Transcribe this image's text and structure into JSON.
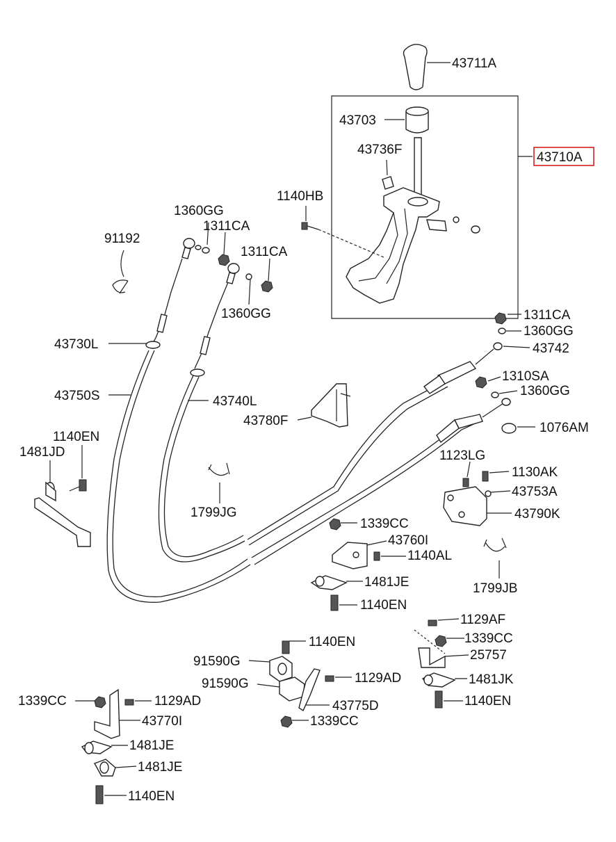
{
  "labels": {
    "l43711A": "43711A",
    "l43703": "43703",
    "l43736F": "43736F",
    "l43710A": "43710A",
    "l1140HB": "1140HB",
    "l1360GG_a": "1360GG",
    "l1311CA_a": "1311CA",
    "l91192": "91192",
    "l1311CA_b": "1311CA",
    "l1360GG_b": "1360GG",
    "l1311CA_c": "1311CA",
    "l1360GG_c": "1360GG",
    "l43742": "43742",
    "l43730L": "43730L",
    "l1310SA": "1310SA",
    "l1360GG_d": "1360GG",
    "l43750S": "43750S",
    "l43740L": "43740L",
    "l43780F": "43780F",
    "l1076AM": "1076AM",
    "l1140EN_a": "1140EN",
    "l1481JD": "1481JD",
    "l1123LG": "1123LG",
    "l1130AK": "1130AK",
    "l43753A": "43753A",
    "l1799JG": "1799JG",
    "l43790K": "43790K",
    "l1339CC_a": "1339CC",
    "l43760I": "43760I",
    "l1140AL": "1140AL",
    "l1481JE_a": "1481JE",
    "l1799JB": "1799JB",
    "l1140EN_b": "1140EN",
    "l1129AF": "1129AF",
    "l1339CC_b": "1339CC",
    "l1140EN_c": "1140EN",
    "l25757": "25757",
    "l91590G_a": "91590G",
    "l1129AD_a": "1129AD",
    "l1481JK": "1481JK",
    "l91590G_b": "91590G",
    "l1140EN_d": "1140EN",
    "l1339CC_c": "1339CC",
    "l1129AD_b": "1129AD",
    "l43775D": "43775D",
    "l43770I": "43770I",
    "l1339CC_d": "1339CC",
    "l1481JE_b": "1481JE",
    "l1481JE_c": "1481JE",
    "l1140EN_e": "1140EN"
  },
  "colors": {
    "line": "#222222",
    "highlight": "#d21f1f"
  }
}
